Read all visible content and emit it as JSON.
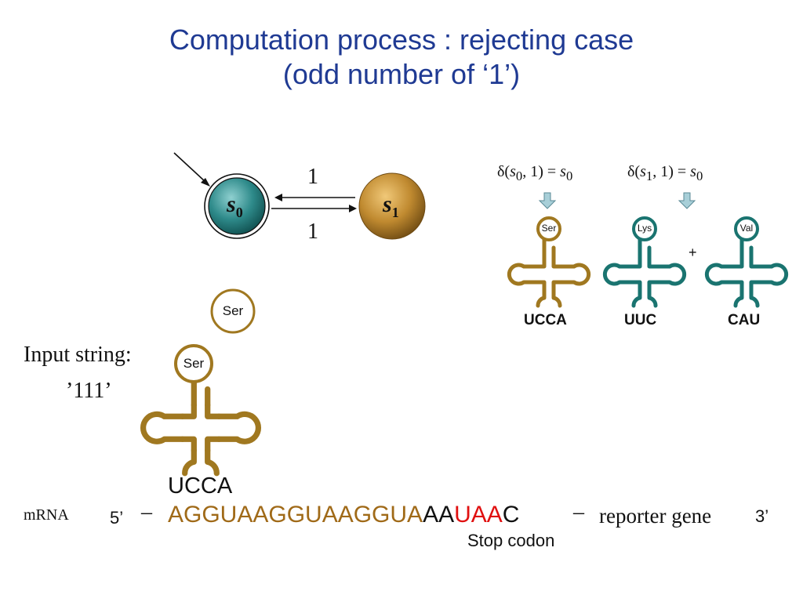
{
  "title": {
    "line1": "Computation process : rejecting case",
    "line2": "(odd number of ‘1’)"
  },
  "automaton": {
    "state0": "s",
    "state0_sub": "0",
    "state1": "s",
    "state1_sub": "1",
    "edge_top_label": "1",
    "edge_bottom_label": "1"
  },
  "transitions": [
    {
      "d": "δ(",
      "s": "s",
      "sub": "0",
      "rest": ", 1) = ",
      "s2": "s",
      "sub2": "0"
    },
    {
      "d": "δ(",
      "s": "s",
      "sub": "1",
      "rest": ", 1) = ",
      "s2": "s",
      "sub2": "0"
    }
  ],
  "trnas": {
    "ser_label": "Ser",
    "lys_label": "Lys",
    "val_label": "Val",
    "floating_label": "Ser",
    "big_label": "Ser",
    "anticodon_ser": "UCCA",
    "anticodon_lys": "UUC",
    "anticodon_val": "CAU",
    "anticodon_big": "UCCA",
    "plus": "+"
  },
  "input": {
    "label": "Input string:",
    "value": "’111’"
  },
  "mrna": {
    "label": "mRNA",
    "five_prime": "5’",
    "dash": "–",
    "seq_part1": "AGGUAAGGUAAGGUA",
    "seq_part2": "AA",
    "seq_part3": "UAA",
    "seq_part4": "C",
    "reporter": "reporter gene",
    "three_prime": "3’",
    "stop_codon": "Stop codon"
  },
  "colors": {
    "title": "#1f3a93",
    "trna_brown": "#a07820",
    "trna_teal": "#1a7470",
    "state0_fill": "#2e8a8a",
    "state1_fill": "#c08a30",
    "stop_red": "#e01010",
    "arrow_fill": "#a8cfd8"
  }
}
